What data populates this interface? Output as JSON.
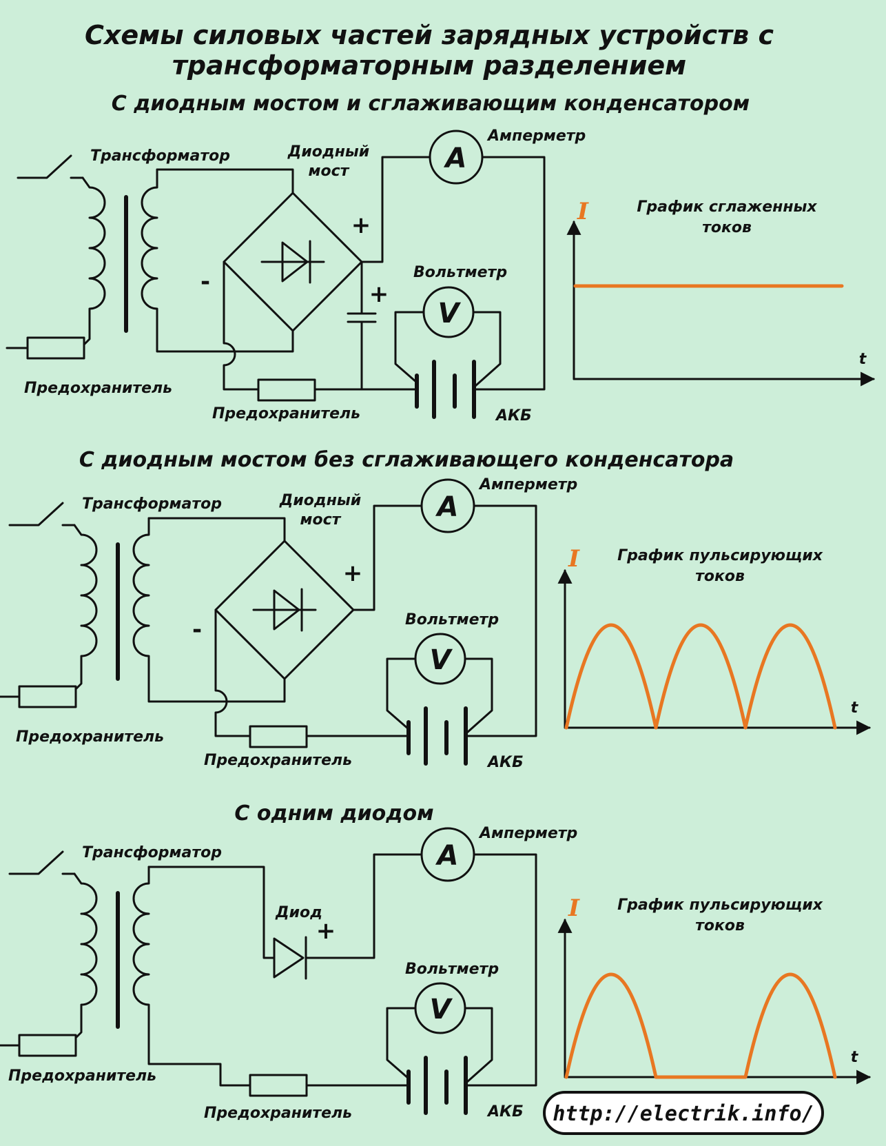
{
  "title": {
    "line1": "Схемы силовых частей зарядных устройств с",
    "line2": "трансформаторным разделением"
  },
  "sections": [
    {
      "heading": "С диодным мостом и сглаживающим конденсатором",
      "transformer_label": "Трансформатор",
      "rectifier_label_line1": "Диодный",
      "rectifier_label_line2": "мост",
      "ammeter_label": "Амперметр",
      "ammeter_symbol": "A",
      "voltmeter_label": "Вольтметр",
      "voltmeter_symbol": "V",
      "battery_label": "АКБ",
      "fuse_left_label": "Предохранитель",
      "fuse_bottom_label": "Предохранитель",
      "plus": "+",
      "minus": "-",
      "cap_plus": "+",
      "graph_title_line1": "График сглаженных",
      "graph_title_line2": "токов",
      "axis_y": "I",
      "axis_x": "t"
    },
    {
      "heading": "С диодным мостом без сглаживающего конденсатора",
      "transformer_label": "Трансформатор",
      "rectifier_label_line1": "Диодный",
      "rectifier_label_line2": "мост",
      "ammeter_label": "Амперметр",
      "ammeter_symbol": "A",
      "voltmeter_label": "Вольтметр",
      "voltmeter_symbol": "V",
      "battery_label": "АКБ",
      "fuse_left_label": "Предохранитель",
      "fuse_bottom_label": "Предохранитель",
      "plus": "+",
      "minus": "-",
      "graph_title_line1": "График пульсирующих",
      "graph_title_line2": "токов",
      "axis_y": "I",
      "axis_x": "t"
    },
    {
      "heading": "С одним диодом",
      "transformer_label": "Трансформатор",
      "rectifier_label_line1": "Диод",
      "ammeter_label": "Амперметр",
      "ammeter_symbol": "A",
      "voltmeter_label": "Вольтметр",
      "voltmeter_symbol": "V",
      "battery_label": "АКБ",
      "fuse_left_label": "Предохранитель",
      "fuse_bottom_label": "Предохранитель",
      "plus": "+",
      "graph_title_line1": "График пульсирующих",
      "graph_title_line2": "токов",
      "axis_y": "I",
      "axis_x": "t"
    }
  ],
  "website": "http://electrik.info/",
  "colors": {
    "background": "#cdeed9",
    "curve": "#e87722",
    "ink": "#111111"
  }
}
